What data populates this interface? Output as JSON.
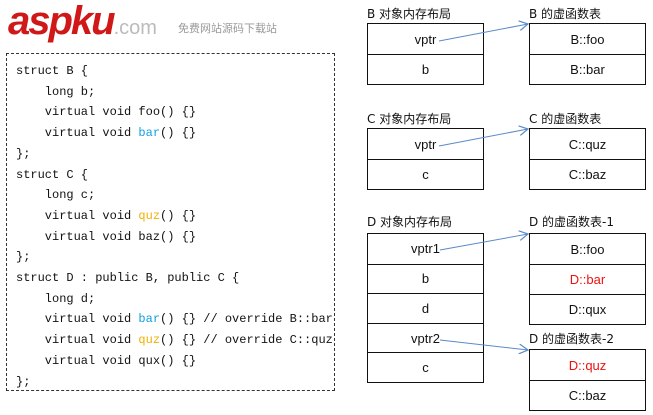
{
  "code": [
    [
      [
        "struct B {",
        ""
      ]
    ],
    [
      [
        "    long b;",
        ""
      ]
    ],
    [
      [
        "    virtual void foo() {}",
        ""
      ]
    ],
    [
      [
        "    virtual void ",
        ""
      ],
      [
        "bar",
        "blue"
      ],
      [
        "() {}",
        ""
      ]
    ],
    [
      [
        "};",
        ""
      ]
    ],
    [
      [
        "struct C {",
        ""
      ]
    ],
    [
      [
        "    long c;",
        ""
      ]
    ],
    [
      [
        "    virtual void ",
        ""
      ],
      [
        "quz",
        "orange"
      ],
      [
        "() {}",
        ""
      ]
    ],
    [
      [
        "    virtual void baz() {}",
        ""
      ]
    ],
    [
      [
        "};",
        ""
      ]
    ],
    [
      [
        "struct D : public B, public C {",
        ""
      ]
    ],
    [
      [
        "    long d;",
        ""
      ]
    ],
    [
      [
        "    virtual void ",
        ""
      ],
      [
        "bar",
        "blue"
      ],
      [
        "() {} // override B::bar",
        ""
      ]
    ],
    [
      [
        "    virtual void ",
        ""
      ],
      [
        "quz",
        "orange"
      ],
      [
        "() {} // override C::quz",
        ""
      ]
    ],
    [
      [
        "    virtual void qux() {}",
        ""
      ]
    ],
    [
      [
        "};",
        ""
      ]
    ]
  ],
  "colors": {
    "blue": "#10a0e0",
    "orange": "#f0b000",
    "red": "#f01010",
    "arrow": "#5b8ac8"
  },
  "diagrams": {
    "b_layout": {
      "title": "B 对象内存布局",
      "rows": [
        "vptr",
        "b"
      ]
    },
    "b_vtable": {
      "title": "B 的虚函数表",
      "rows": [
        "B::foo",
        "B::bar"
      ]
    },
    "c_layout": {
      "title": "C 对象内存布局",
      "rows": [
        "vptr",
        "c"
      ]
    },
    "c_vtable": {
      "title": "C 的虚函数表",
      "rows": [
        "C::quz",
        "C::baz"
      ]
    },
    "d_layout": {
      "title": "D 对象内存布局",
      "rows": [
        "vptr1",
        "b",
        "d",
        "vptr2",
        "c"
      ]
    },
    "d_vtable1": {
      "title": "D 的虚函数表-1",
      "rows": [
        "B::foo",
        "D::bar",
        "D::qux"
      ],
      "highlight": [
        false,
        true,
        false
      ]
    },
    "d_vtable2": {
      "title": "D 的虚函数表-2",
      "rows": [
        "D::quz",
        "C::baz"
      ],
      "highlight": [
        true,
        false
      ]
    }
  },
  "watermark": {
    "logo": "aspku",
    "domain": ".com",
    "tagline": "免费网站源码下载站"
  }
}
